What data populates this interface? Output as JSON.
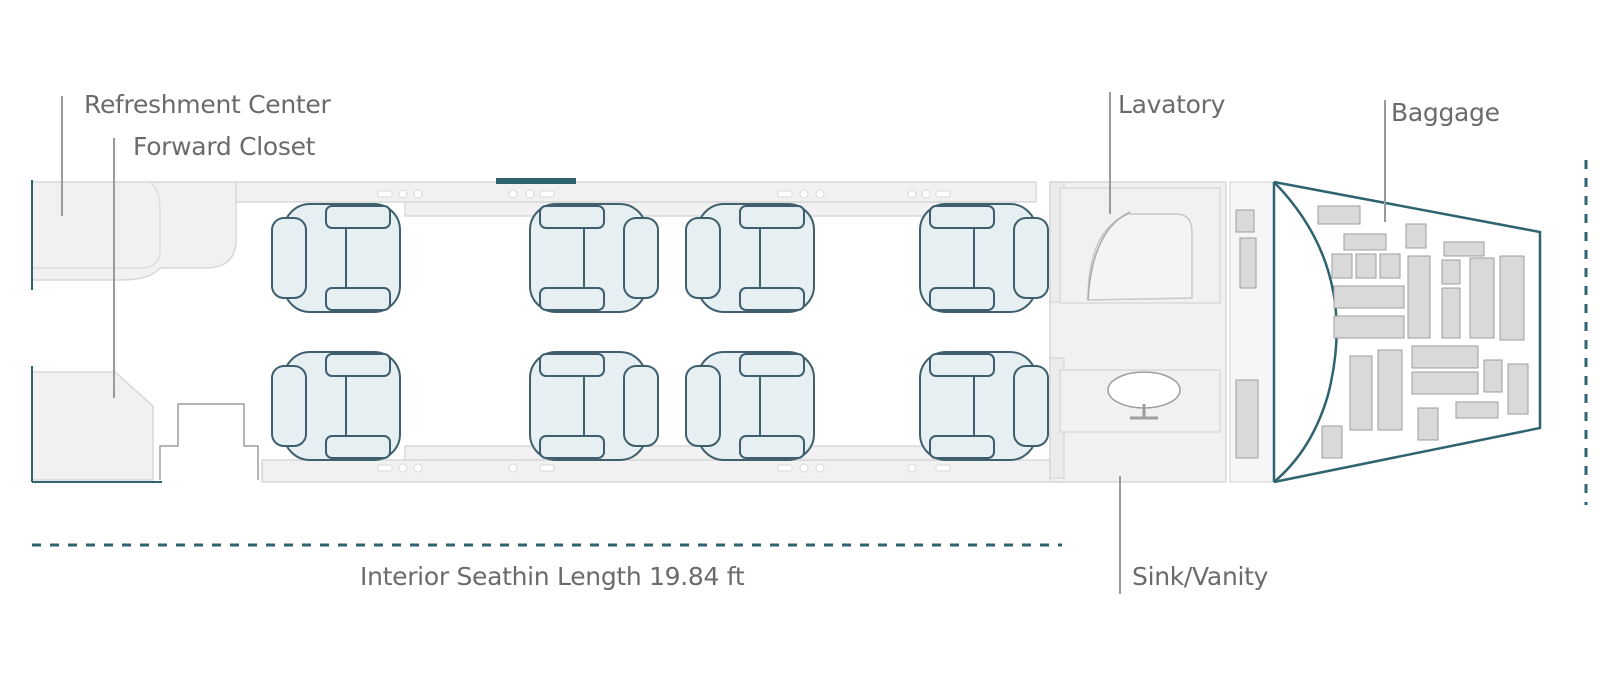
{
  "labels": {
    "refreshment_center": "Refreshment Center",
    "forward_closet": "Forward Closet",
    "lavatory": "Lavatory",
    "baggage": "Baggage",
    "sink_vanity": "Sink/Vanity",
    "interior_length": "Interior Seathin Length 19.84 ft"
  },
  "colors": {
    "accent": "#2f6370",
    "seat_fill": "#e6eff2",
    "seat_stroke": "#3f5f6e",
    "label": "#6b6b6b",
    "wall": "#f1f1f1"
  },
  "seat_count": 8
}
